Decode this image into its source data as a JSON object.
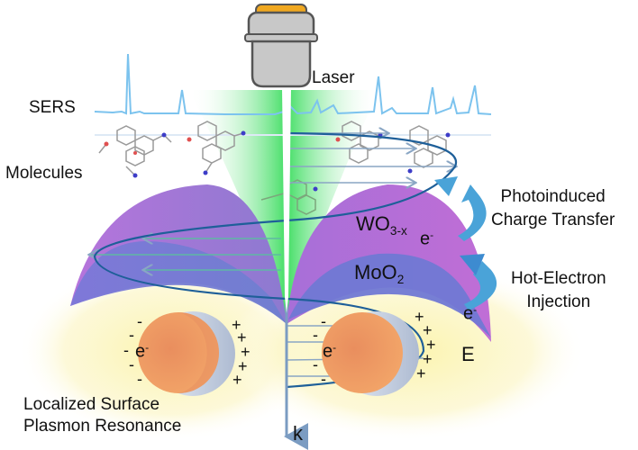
{
  "labels": {
    "laser": "Laser",
    "sers": "SERS",
    "molecules": "Molecules",
    "photoinduced_line1": "Photoinduced",
    "photoinduced_line2": "Charge Transfer",
    "wo3_base": "WO",
    "wo3_sub": "3-x",
    "moo2_base": "MoO",
    "moo2_sub": "2",
    "hot_electron_line1": "Hot-Electron",
    "hot_electron_line2": "Injection",
    "lspr_line1": "Localized Surface",
    "lspr_line2": "Plasmon Resonance",
    "k": "k",
    "E": "E",
    "electron_base": "e",
    "electron_sup": "-",
    "minus": "-",
    "plus": "+"
  },
  "colors": {
    "laser_green": "#22d84a",
    "spectrum_blue": "#7cc3ee",
    "wo3_purple": "#b070d8",
    "moo2_blue": "#6f78d6",
    "wave_blue": "#1e5f99",
    "arrow_blue": "#4aa3d8",
    "particle_orange": "#ef9a5c",
    "shell_gray": "#c9d3e3",
    "glow_yellow": "#fbf4b8",
    "objective_gray": "#c8c8c8",
    "objective_cap": "#f0a820"
  }
}
